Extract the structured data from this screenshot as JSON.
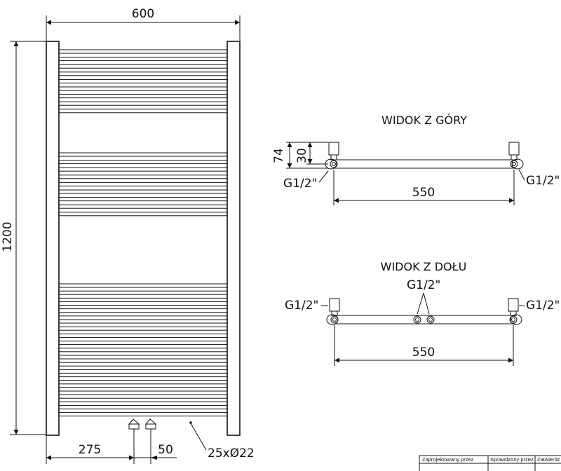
{
  "front_view": {
    "dim_width": "600",
    "dim_height": "1200",
    "dim_left_offset": "275",
    "dim_valve_spacing": "50",
    "dim_bars": "25xØ22"
  },
  "top_view": {
    "title": "WIDOK Z GÓRY",
    "dim_depth": "74",
    "dim_offset": "30",
    "dim_spacing": "550",
    "connector_left": "G1/2\"",
    "connector_right": "G1/2\""
  },
  "bottom_view": {
    "title": "WIDOK Z DOŁU",
    "dim_spacing": "550",
    "connector_left": "G1/2\"",
    "connector_right": "G1/2\"",
    "connector_center": "G1/2\""
  },
  "title_block": {
    "designed_by": "Zaprojektowany przez",
    "checked_by": "Sprawdzony przez",
    "approved_by": "Zatwierdz"
  }
}
